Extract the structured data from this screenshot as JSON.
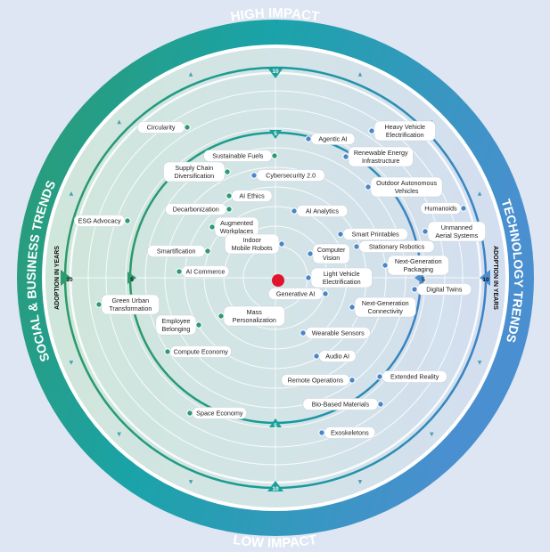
{
  "band": {
    "top": "HIGH IMPACT",
    "bottom": "LOW IMPACT",
    "left": "SOCIAL & BUSINESS TRENDS",
    "right": "TECHNOLOGY TRENDS"
  },
  "axis": {
    "adoption_label": "ADOPTION IN YEARS",
    "outer_tick": "10",
    "mid_tick": "5"
  },
  "colors": {
    "teal": "#1aa79d",
    "blue": "#4a86c8",
    "green": "#2f9a72",
    "center": "#e0142d",
    "band_top": "#1aa3a8",
    "band_right": "#4a8fcf",
    "band_left": "#2d9a6f"
  },
  "trends": [
    {
      "label": [
        "Circularity"
      ],
      "side": "social",
      "dot": "right"
    },
    {
      "label": [
        "Sustainable Fuels"
      ],
      "side": "social",
      "dot": "right"
    },
    {
      "label": [
        "Supply Chain",
        "Diversification"
      ],
      "side": "social",
      "dot": "right"
    },
    {
      "label": [
        "Cybersecurity 2.0"
      ],
      "side": "tech",
      "dot": "left"
    },
    {
      "label": [
        "AI Ethics"
      ],
      "side": "social",
      "dot": "left"
    },
    {
      "label": [
        "Decarbonization"
      ],
      "side": "social",
      "dot": "right"
    },
    {
      "label": [
        "Augmented",
        "Workplaces"
      ],
      "side": "social",
      "dot": "left"
    },
    {
      "label": [
        "ESG Advocacy"
      ],
      "side": "social",
      "dot": "right"
    },
    {
      "label": [
        "Smartification"
      ],
      "side": "social",
      "dot": "right"
    },
    {
      "label": [
        "Indoor",
        "Mobile Robots"
      ],
      "side": "tech",
      "dot": "right"
    },
    {
      "label": [
        "AI Commerce"
      ],
      "side": "social",
      "dot": "left"
    },
    {
      "label": [
        "Green Urban",
        "Transformation"
      ],
      "side": "social",
      "dot": "left"
    },
    {
      "label": [
        "Mass",
        "Personalization"
      ],
      "side": "social",
      "dot": "left"
    },
    {
      "label": [
        "Employee",
        "Belonging"
      ],
      "side": "social",
      "dot": "right"
    },
    {
      "label": [
        "Compute Economy"
      ],
      "side": "social",
      "dot": "left"
    },
    {
      "label": [
        "Space Economy"
      ],
      "side": "social",
      "dot": "left"
    },
    {
      "label": [
        "Agentic AI"
      ],
      "side": "tech",
      "dot": "left"
    },
    {
      "label": [
        "Heavy Vehicle",
        "Electrification"
      ],
      "side": "tech",
      "dot": "left"
    },
    {
      "label": [
        "Renewable Energy",
        "Infrastructure"
      ],
      "side": "tech",
      "dot": "left"
    },
    {
      "label": [
        "Outdoor Autonomous",
        "Vehicles"
      ],
      "side": "tech",
      "dot": "left"
    },
    {
      "label": [
        "AI Analytics"
      ],
      "side": "tech",
      "dot": "left"
    },
    {
      "label": [
        "Humanoids"
      ],
      "side": "tech",
      "dot": "right"
    },
    {
      "label": [
        "Smart Printables"
      ],
      "side": "tech",
      "dot": "left"
    },
    {
      "label": [
        "Computer",
        "Vision"
      ],
      "side": "tech",
      "dot": "left"
    },
    {
      "label": [
        "Stationary Robotics"
      ],
      "side": "tech",
      "dot": "left"
    },
    {
      "label": [
        "Unmanned",
        "Aerial Systems"
      ],
      "side": "tech",
      "dot": "left"
    },
    {
      "label": [
        "Next-Generation",
        "Packaging"
      ],
      "side": "tech",
      "dot": "left"
    },
    {
      "label": [
        "Light Vehicle",
        "Electrification"
      ],
      "side": "tech",
      "dot": "left"
    },
    {
      "label": [
        "Digital Twins"
      ],
      "side": "tech",
      "dot": "left"
    },
    {
      "label": [
        "Generative AI"
      ],
      "side": "tech",
      "dot": "right"
    },
    {
      "label": [
        "Next-Generation",
        "Connectivity"
      ],
      "side": "tech",
      "dot": "left"
    },
    {
      "label": [
        "Wearable Sensors"
      ],
      "side": "tech",
      "dot": "left"
    },
    {
      "label": [
        "Audio AI"
      ],
      "side": "tech",
      "dot": "left"
    },
    {
      "label": [
        "Remote Operations"
      ],
      "side": "tech",
      "dot": "right"
    },
    {
      "label": [
        "Extended Reality"
      ],
      "side": "tech",
      "dot": "left"
    },
    {
      "label": [
        "Bio-Based Materials"
      ],
      "side": "tech",
      "dot": "right"
    },
    {
      "label": [
        "Exoskeletons"
      ],
      "side": "tech",
      "dot": "left"
    }
  ]
}
